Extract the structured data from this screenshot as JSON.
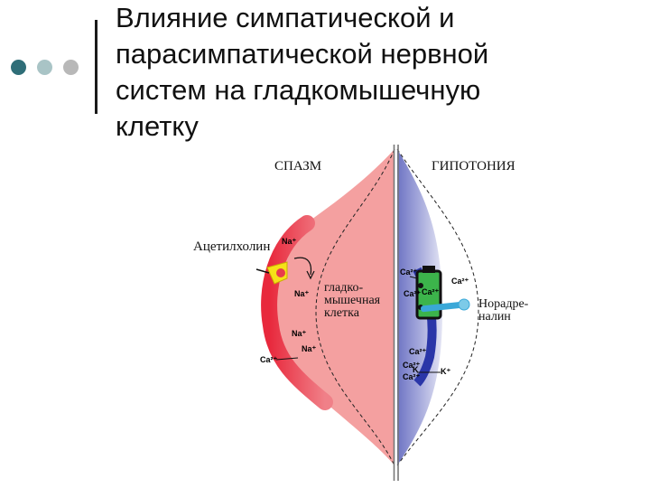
{
  "title": {
    "lines": [
      "Влияние симпатической и",
      "парасимпатической нервной",
      "систем на гладкомышечную",
      "клетку"
    ]
  },
  "bullet_dots": {
    "colors": [
      "#2f6e78",
      "#a9c4c6",
      "#b8b8b8"
    ]
  },
  "diagram": {
    "left_label": "СПАЗМ",
    "right_label": "ГИПОТОНИЯ",
    "acetylcholine_label": "Ацетилхолин",
    "cell_label": [
      "гладко-",
      "мышечная",
      "клетка"
    ],
    "noradrenaline_label": [
      "Норадре-",
      "налин"
    ],
    "ions": {
      "na_top": "Na⁺",
      "na_left": "Na⁺",
      "na_mid": "Na⁺",
      "na_low": "Na⁺",
      "ca_left": "Ca²⁺",
      "ca_r1": "Ca²⁺",
      "ca_r2": "Ca²⁺",
      "ca_r3": "Ca²⁺",
      "ca_r4": "Ca²⁺",
      "ca_r5": "Ca²⁺",
      "ca_r6": "Ca²⁺",
      "ca_r7": "Ca²⁺",
      "k_1": "K",
      "k_2": "K⁺"
    },
    "colors": {
      "spasm_fill": "#f4a0a0",
      "membrane_red": "#e83c4c",
      "membrane_blue": "#2a36a8",
      "hypotonia_fill": "#8f94d0",
      "receptor_yellow": "#f5e218",
      "pump_green": "#3cb44b",
      "drug_blue": "#3aa8d8"
    }
  }
}
